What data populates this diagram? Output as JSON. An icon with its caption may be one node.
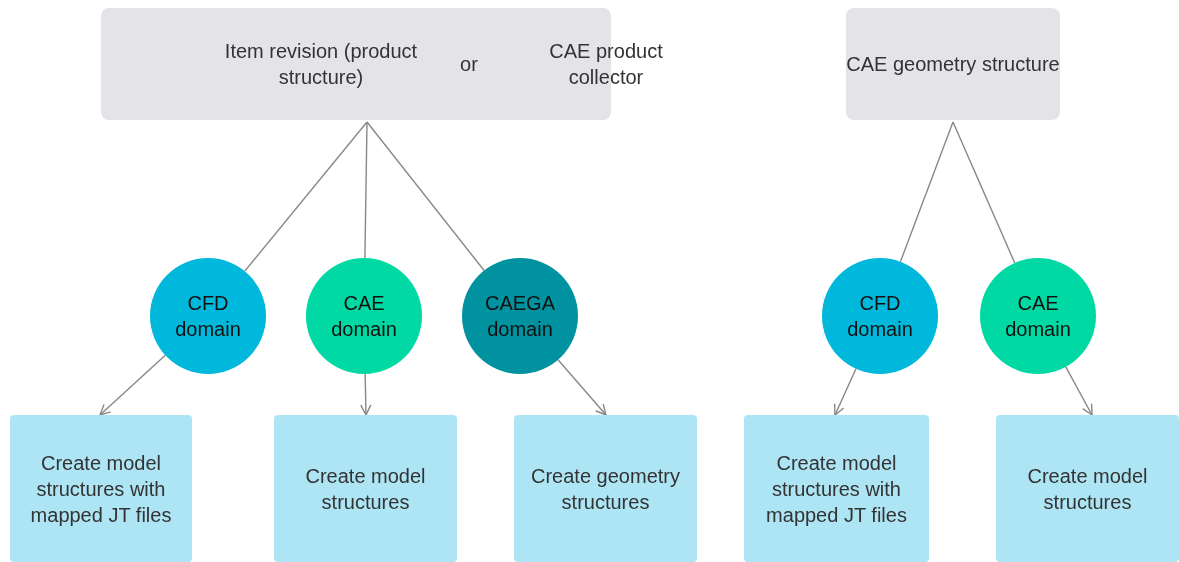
{
  "diagram": {
    "nodes": [
      {
        "text": [
          "Item revision (product structure)",
          "or",
          "CAE product collector"
        ]
      },
      {
        "text": [
          "CAE geometry structure"
        ]
      },
      {
        "text": [
          "CFD domain"
        ]
      },
      {
        "text": [
          "CAE domain"
        ]
      },
      {
        "text": [
          "CAEGA domain"
        ]
      },
      {
        "text": [
          "CFD domain"
        ]
      },
      {
        "text": [
          "CAE domain"
        ]
      },
      {
        "text": [
          "Create model structures with mapped JT files"
        ]
      },
      {
        "text": [
          "Create model structures"
        ]
      },
      {
        "text": [
          "Create geometry structures"
        ]
      },
      {
        "text": [
          "Create model structures with mapped JT files"
        ]
      },
      {
        "text": [
          "Create model structures"
        ]
      }
    ],
    "edges": [
      {
        "from": 0,
        "to": 2,
        "arrow": "none"
      },
      {
        "from": 0,
        "to": 3,
        "arrow": "none"
      },
      {
        "from": 0,
        "to": 4,
        "arrow": "none"
      },
      {
        "from": 1,
        "to": 5,
        "arrow": "none"
      },
      {
        "from": 1,
        "to": 6,
        "arrow": "none"
      },
      {
        "from": 2,
        "to": 7,
        "arrow": "to"
      },
      {
        "from": 3,
        "to": 8,
        "arrow": "to"
      },
      {
        "from": 4,
        "to": 9,
        "arrow": "to"
      },
      {
        "from": 5,
        "to": 10,
        "arrow": "to"
      },
      {
        "from": 6,
        "to": 11,
        "arrow": "to"
      }
    ]
  }
}
